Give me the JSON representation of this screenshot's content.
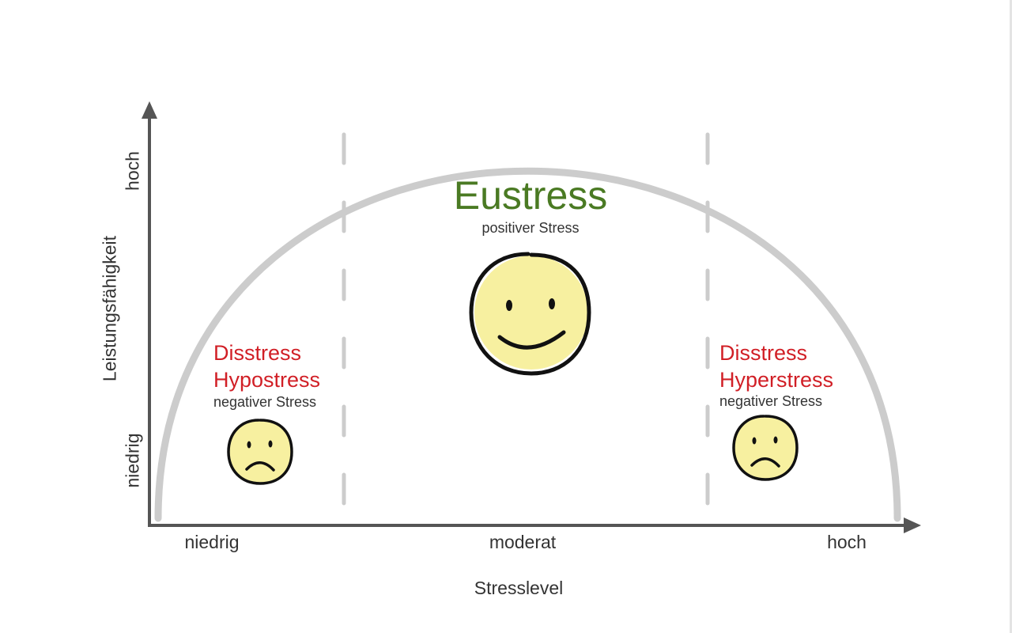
{
  "axes": {
    "x_title": "Stresslevel",
    "y_title": "Leistungsfähigkeit",
    "x_ticks": [
      "niedrig",
      "moderat",
      "hoch"
    ],
    "y_ticks": [
      "niedrig",
      "hoch"
    ]
  },
  "zones": {
    "left": {
      "title_line1": "Disstress",
      "title_line2": "Hypostress",
      "subtitle": "negativer Stress",
      "face": "sad"
    },
    "center": {
      "title": "Eustress",
      "subtitle": "positiver Stress",
      "face": "happy"
    },
    "right": {
      "title_line1": "Disstress",
      "title_line2": "Hyperstress",
      "subtitle": "negativer Stress",
      "face": "sad"
    }
  },
  "colors": {
    "negative": "#d11f26",
    "positive": "#4a7a23",
    "curve": "#cccccc",
    "axis": "#555555",
    "divider": "#cccccc",
    "face_fill": "#f7f0a0",
    "face_outline": "#111111"
  },
  "icons": [
    "sad-face-icon",
    "happy-face-icon",
    "sad-face-icon"
  ]
}
